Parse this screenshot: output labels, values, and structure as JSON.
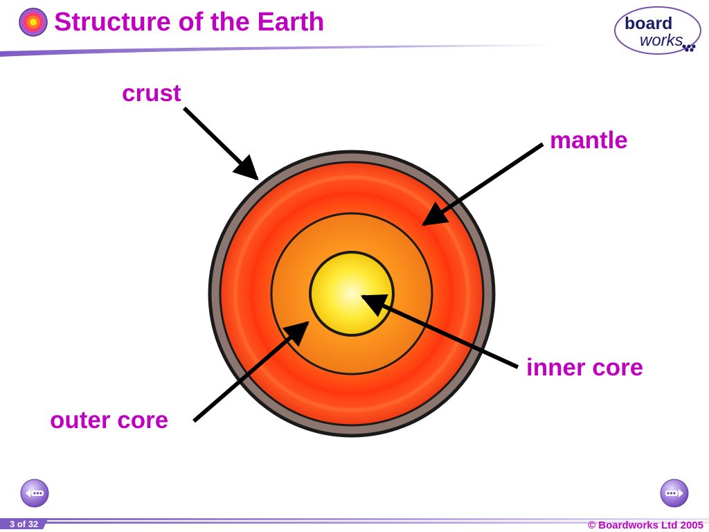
{
  "header": {
    "title": "Structure of the Earth",
    "title_icon": "concentric-rings-icon",
    "title_color": "#c000c0"
  },
  "logo": {
    "word_top": "board",
    "word_bottom": "works",
    "text_color": "#1a1a66",
    "outline_color": "#7a4fa8"
  },
  "diagram": {
    "labels": {
      "crust": "crust",
      "mantle": "mantle",
      "outer_core": "outer core",
      "inner_core": "inner core"
    },
    "label_color": "#c000c0",
    "layer_colors": {
      "crust": "#8b7770",
      "mantle": "#ff4a1c",
      "outer_core": "#f6861d",
      "inner_core": "#ffe21e",
      "boundary": "#1a1a1a",
      "arrow": "#000000"
    }
  },
  "navigation": {
    "prev_icon": "previous-slide-icon",
    "next_icon": "next-slide-icon",
    "button_color": "#9b78d6"
  },
  "footer": {
    "page_counter": "3 of 32",
    "copyright": "© Boardworks Ltd 2005",
    "bar_color": "#7d5cc4",
    "copyright_color": "#c000c0"
  }
}
